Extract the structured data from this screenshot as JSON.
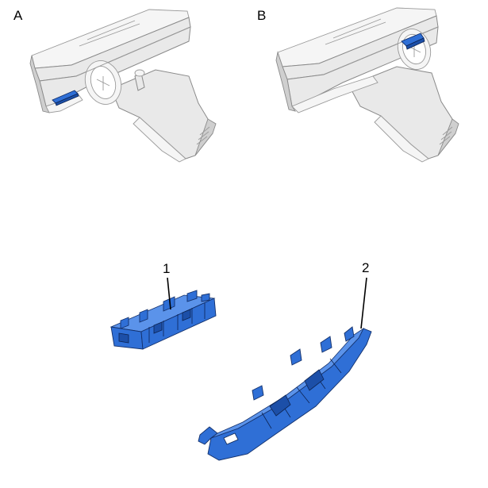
{
  "view_labels": {
    "a": "A",
    "b": "B"
  },
  "callouts": {
    "part1": "1",
    "part2": "2"
  },
  "colors": {
    "highlight": "#2f6fd6",
    "context": "#e9e9e9",
    "ink": "#000000"
  }
}
